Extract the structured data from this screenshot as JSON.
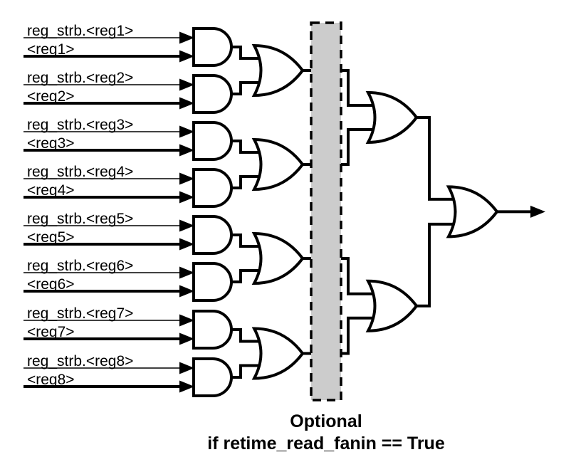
{
  "diagram": {
    "caption": {
      "line1": "Optional",
      "line2": "if retime_read_fanin == True"
    },
    "inputs": [
      {
        "strobe_label": "reg_strb.<reg1>",
        "value_label": "<reg1>"
      },
      {
        "strobe_label": "reg_strb.<reg2>",
        "value_label": "<reg2>"
      },
      {
        "strobe_label": "reg_strb.<reg3>",
        "value_label": "<reg3>"
      },
      {
        "strobe_label": "reg_strb.<reg4>",
        "value_label": "<reg4>"
      },
      {
        "strobe_label": "reg_strb.<reg5>",
        "value_label": "<reg5>"
      },
      {
        "strobe_label": "reg_strb.<reg6>",
        "value_label": "<reg6>"
      },
      {
        "strobe_label": "reg_strb.<reg7>",
        "value_label": "<reg7>"
      },
      {
        "strobe_label": "reg_strb.<reg8>",
        "value_label": "<reg8>"
      }
    ],
    "structure": {
      "and_gate_count": 8,
      "or_gate_level1_count": 4,
      "or_gate_level2_count": 2,
      "or_gate_final_count": 1,
      "has_output_arrow": true
    },
    "colors": {
      "ink": "#000000",
      "gate_fill": "#ffffff",
      "optional_box_fill": "#cccccc",
      "background": "#ffffff"
    }
  }
}
